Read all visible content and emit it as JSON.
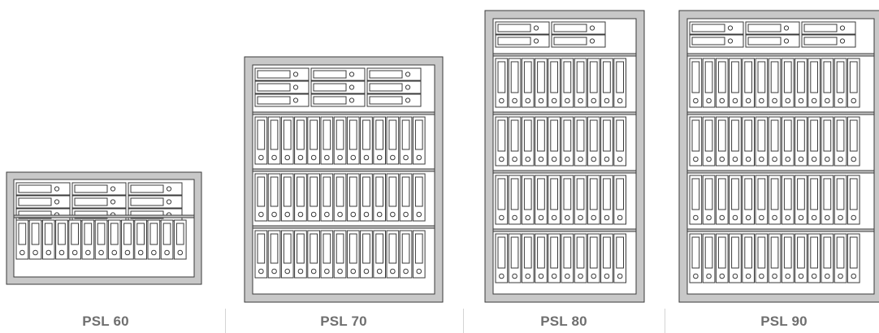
{
  "models": [
    {
      "label": "PSL 60",
      "drawer_rows": 3,
      "drawer_cols": 3,
      "binder_shelves": 1,
      "binders_per_shelf": 13
    },
    {
      "label": "PSL 70",
      "drawer_rows": 3,
      "drawer_cols": 3,
      "binder_shelves": 3,
      "binders_per_shelf": 13
    },
    {
      "label": "PSL 80",
      "drawer_rows": 2,
      "drawer_cols": 2,
      "binder_shelves": 4,
      "binders_per_shelf": 10
    },
    {
      "label": "PSL 90",
      "drawer_rows": 2,
      "drawer_cols": 3,
      "binder_shelves": 4,
      "binders_per_shelf": 13
    }
  ],
  "colors": {
    "frame": "#c8c8c8",
    "line": "#3a3a3a",
    "fill": "#ffffff",
    "label": "#6f6f6f",
    "divider": "#d4d4d4"
  }
}
